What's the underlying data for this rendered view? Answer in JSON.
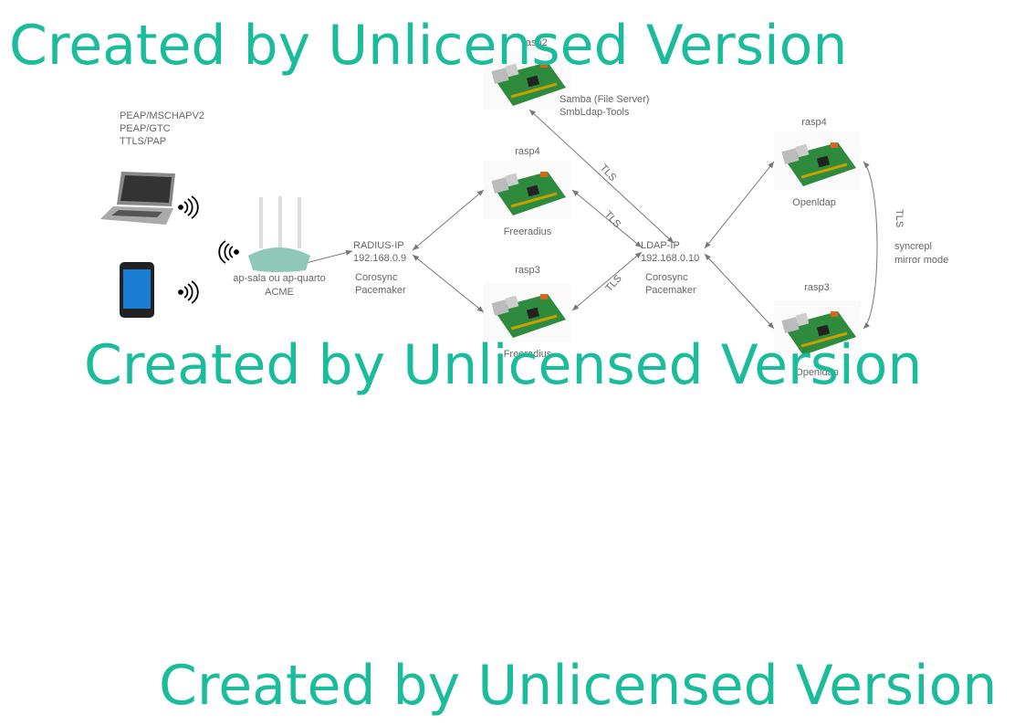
{
  "clients": {
    "auth_methods": [
      "PEAP/MSCHAPV2",
      "PEAP/GTC",
      "TTLS/PAP"
    ]
  },
  "access_point": {
    "line1": "ap-sala ou ap-quarto",
    "line2": "ACME"
  },
  "radius_vip": {
    "name": "RADIUS-IP",
    "ip": "192.168.0.9",
    "svc1": "Corosync",
    "svc2": "Pacemaker"
  },
  "ldap_vip": {
    "name": "LDAP-IP",
    "ip": "192.168.0.10",
    "svc1": "Corosync",
    "svc2": "Pacemaker"
  },
  "nodes": {
    "samba": {
      "host": "rasp2",
      "role1": "Samba (File Server)",
      "role2": "SmbLdap-Tools"
    },
    "radius_a": {
      "host": "rasp4",
      "role": "Freeradius"
    },
    "radius_b": {
      "host": "rasp3",
      "role": "Freeradius"
    },
    "ldap_a": {
      "host": "rasp4",
      "role": "Openldap"
    },
    "ldap_b": {
      "host": "rasp3",
      "role": "Openldap"
    }
  },
  "links": {
    "tls": "TLS",
    "sync1": "syncrepl",
    "sync2": "mirror mode"
  },
  "watermark": "Created by Unlicensed Version",
  "colors": {
    "watermark": "#1abc9c",
    "edge": "#777777",
    "board": "#2e8b3e"
  }
}
